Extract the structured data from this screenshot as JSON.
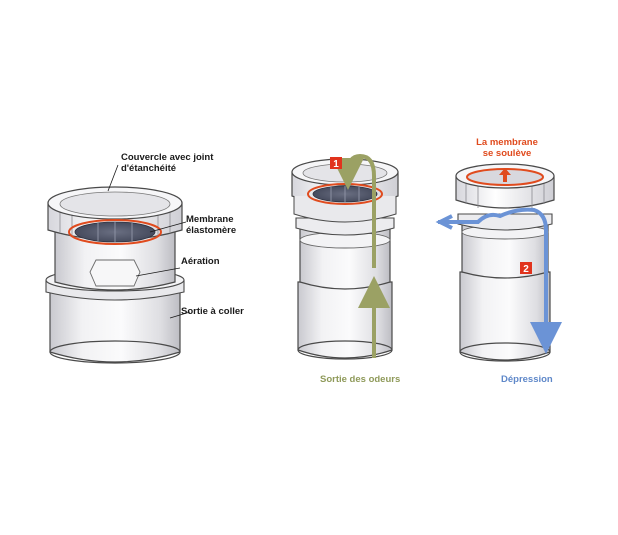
{
  "labels": {
    "lid": "Couvercle avec joint",
    "lid_line2": "d'étanchéité",
    "membrane": "Membrane",
    "membrane_line2": "élastomère",
    "aeration": "Aération",
    "glue_outlet": "Sortie à coller",
    "odor_exit": "Sortie des odeurs",
    "membrane_lifts": "La membrane",
    "membrane_lifts_line2": "se soulève",
    "depression": "Dépression"
  },
  "badges": {
    "step1": "1",
    "step2": "2"
  },
  "colors": {
    "olive_arrow": "#9ba164",
    "blue_arrow": "#6b93d6",
    "red_accent": "#e04b1e",
    "badge_red": "#e1331d",
    "membrane_dark": "#4c5266",
    "outline": "#4a4a4a",
    "body_fill": "#ececef"
  }
}
